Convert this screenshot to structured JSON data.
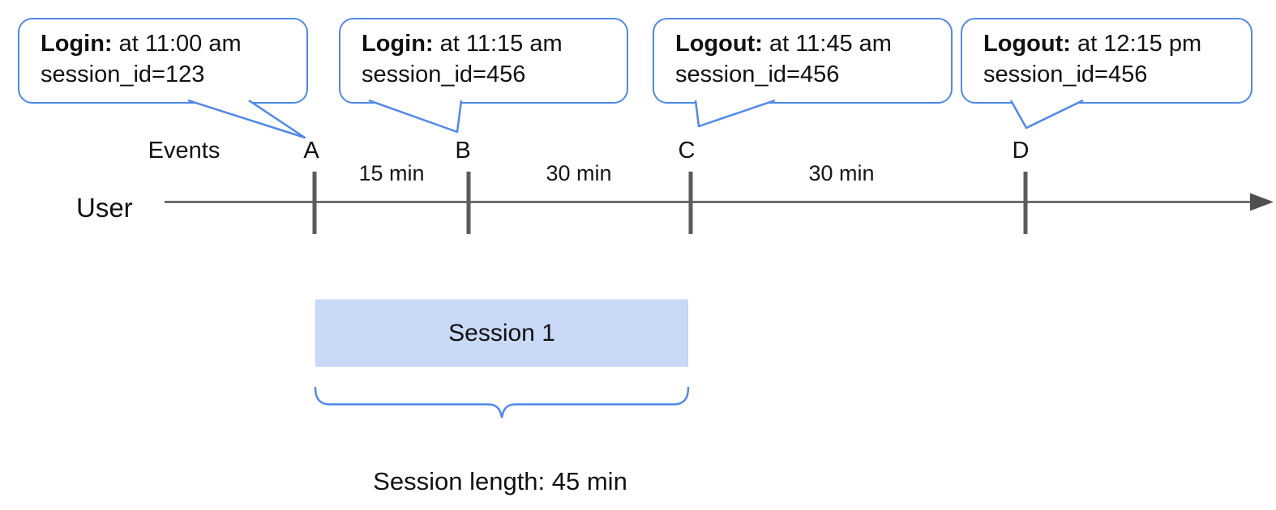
{
  "diagram": {
    "title_hint": "User session events timeline",
    "callouts": [
      {
        "event": "A",
        "bold": "Login:",
        "rest": " at 11:00 am",
        "line2": "session_id=123"
      },
      {
        "event": "B",
        "bold": "Login:",
        "rest": " at 11:15 am",
        "line2": "session_id=456"
      },
      {
        "event": "C",
        "bold": "Logout:",
        "rest": " at 11:45 am",
        "line2": "session_id=456"
      },
      {
        "event": "D",
        "bold": "Logout:",
        "rest": " at 12:15 pm",
        "line2": "session_id=456"
      }
    ],
    "timeline": {
      "axis_label": "User",
      "events_label": "Events",
      "markers": {
        "a": "A",
        "b": "B",
        "c": "C",
        "d": "D"
      },
      "intervals": {
        "ab": "15 min",
        "bc": "30 min",
        "cd": "30 min"
      }
    },
    "session": {
      "box_label": "Session 1",
      "length_label": "Session length: 45 min"
    },
    "colors": {
      "accent_blue": "#5288e8",
      "session_fill": "#c9daf8",
      "timeline_gray": "#6e6e6e",
      "tick_gray": "#5b5b5b",
      "arrowhead_gray": "#4f4f4f",
      "text_black": "#111111"
    }
  }
}
